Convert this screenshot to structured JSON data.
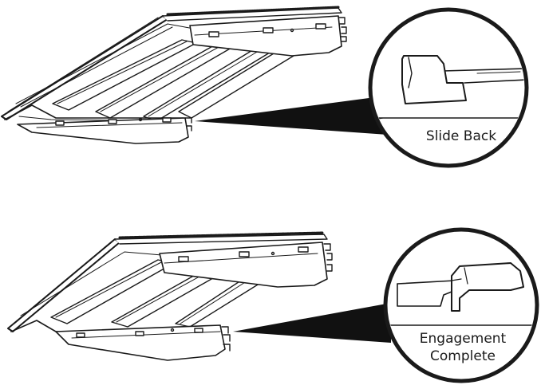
{
  "callouts": {
    "top": {
      "label": "Slide Back"
    },
    "bottom": {
      "line1": "Engagement",
      "line2": "Complete"
    }
  },
  "colors": {
    "ink": "#1a1a1a",
    "background": "#ffffff"
  }
}
